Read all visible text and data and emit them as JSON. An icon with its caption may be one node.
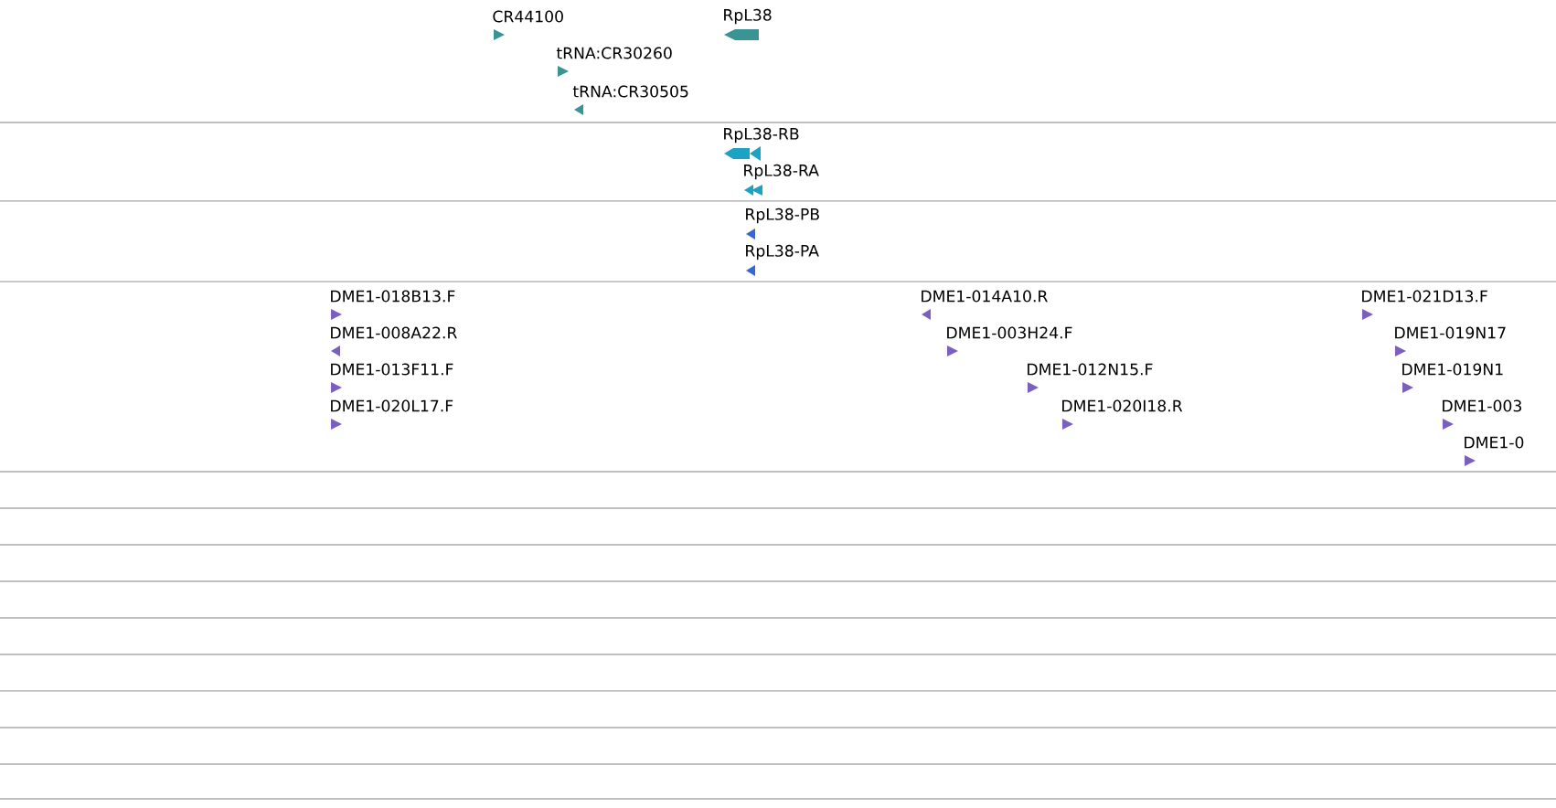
{
  "diagram": {
    "labels": [
      "CR44100",
      "RpL38",
      "tRNA:CR30260",
      "tRNA:CR30505",
      "RpL38-RB",
      "RpL38-RA",
      "RpL38-PB",
      "RpL38-PA",
      "DME1-018B13.F",
      "DME1-014A10.R",
      "DME1-021D13.F",
      "DME1-008A22.R",
      "DME1-003H24.F",
      "DME1-019N17",
      "DME1-013F11.F",
      "DME1-012N15.F",
      "DME1-019N1",
      "DME1-020L17.F",
      "DME1-020I18.R",
      "DME1-003",
      "DME1-0"
    ]
  }
}
